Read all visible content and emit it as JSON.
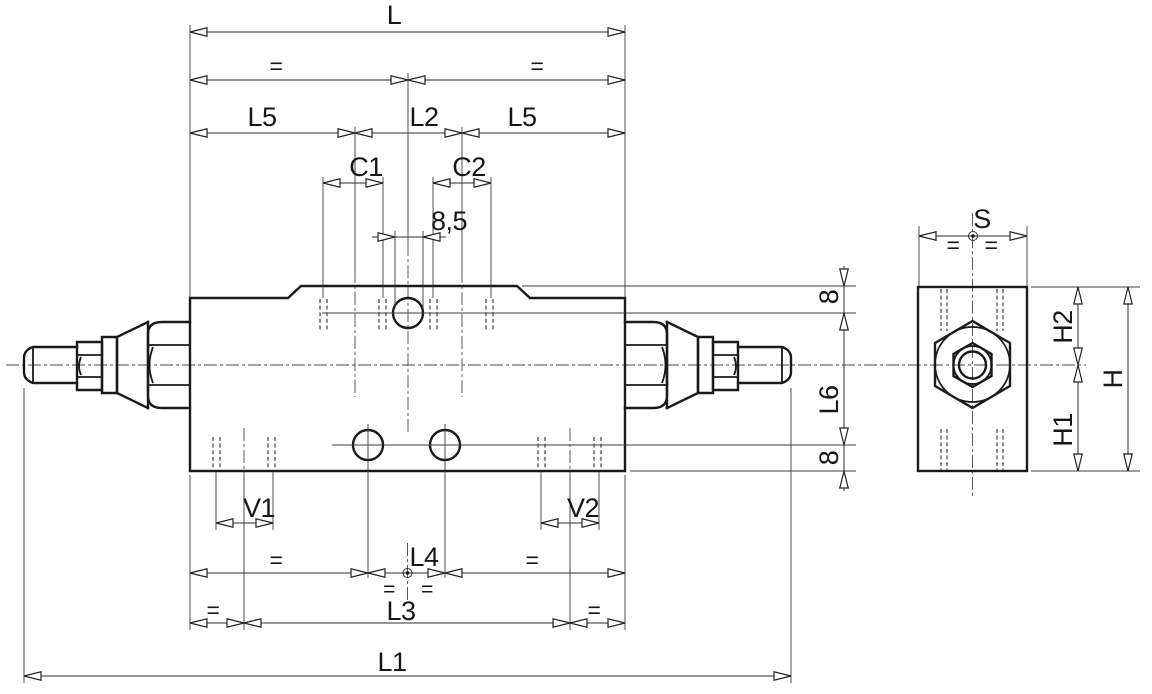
{
  "page": {
    "background": "#ffffff",
    "line_color": "#1a1a1a"
  },
  "labels": {
    "front": {
      "L": "L",
      "eq_top_left": "=",
      "eq_top_right": "=",
      "L5_left": "L5",
      "L2": "L2",
      "L5_right": "L5",
      "C1": "C1",
      "C2": "C2",
      "bore_8_5": "8,5",
      "offset_8_top": "8",
      "L6": "L6",
      "offset_8_bottom": "8",
      "V1": "V1",
      "V2": "V2",
      "eq_L4_left": "=",
      "L4": "L4",
      "eq_L4_right": "=",
      "eq_sym_left": "=",
      "eq_sym_right": "=",
      "eq_L3_left": "=",
      "L3": "L3",
      "eq_L3_right": "=",
      "L1": "L1"
    },
    "side": {
      "S": "S",
      "eq_S_left": "=",
      "eq_S_right": "=",
      "H2": "H2",
      "H1": "H1",
      "H": "H"
    }
  }
}
